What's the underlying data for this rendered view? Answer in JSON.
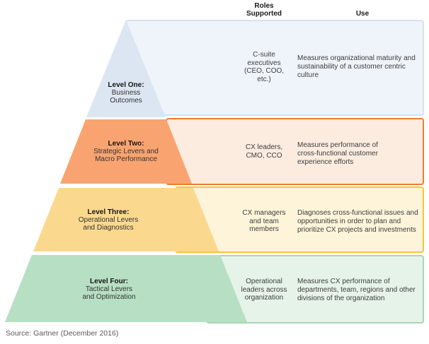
{
  "columns": {
    "roles_header": "Roles\nSupported",
    "use_header": "Use"
  },
  "levels": [
    {
      "title": "Level One:",
      "subtitle": "Business\nOutcomes",
      "roles": "C-suite\nexecutives\n(CEO, COO,\netc.)",
      "use": "Measures organizational maturity and\nsustainability of a customer centric\nculture",
      "band_color": "#dce6f2",
      "panel_fill": "#eff4fa",
      "panel_border": "#c9daee"
    },
    {
      "title": "Level Two:",
      "subtitle": "Strategic Levers and\nMacro Performance",
      "roles": "CX leaders,\nCMO, CCO",
      "use": "Measures performance of\ncross-functional customer\nexperience efforts",
      "band_color": "#f9a470",
      "panel_fill": "#fcece0",
      "panel_border": "#ec7c31"
    },
    {
      "title": "Level Three:",
      "subtitle": "Operational Levers\nand Diagnostics",
      "roles": "CX managers\nand team\nmembers",
      "use": "Diagnoses cross-functional issues and\nopportunities in order to plan and\nprioritize CX projects and investments",
      "band_color": "#fad98e",
      "panel_fill": "#fdf4da",
      "panel_border": "#fbc438"
    },
    {
      "title": "Level Four:",
      "subtitle": "Tactical Levers\nand Optimization",
      "roles": "Operational\nleaders across\norganization",
      "use": "Measures CX performance of\ndepartments, team, regions and other\ndivisions of the organization",
      "band_color": "#b7dfc4",
      "panel_fill": "#e6f3e9",
      "panel_border": "#a7d7b4"
    }
  ],
  "source": "Source: Gartner (December 2016)"
}
